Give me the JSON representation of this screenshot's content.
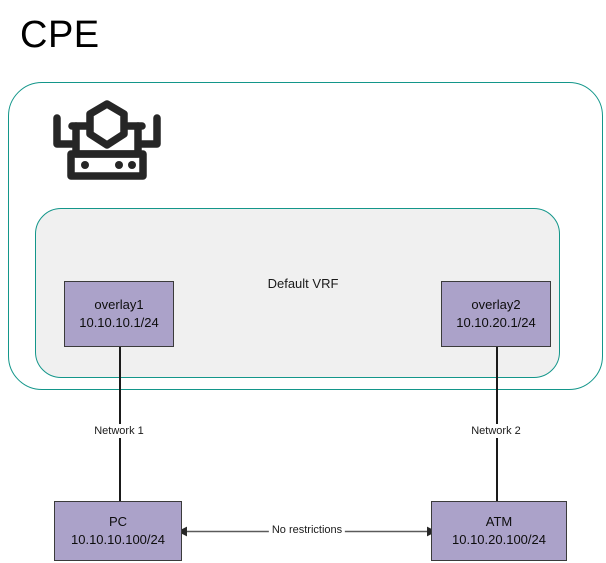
{
  "diagram": {
    "title": "CPE",
    "outer_container": {
      "name": "CPE device boundary",
      "border_color": "#13968a"
    },
    "vrf_panel": {
      "label": "Default VRF",
      "fill_color": "#f0f0f0",
      "border_color": "#13968a"
    },
    "router_icon": "router-icon",
    "nodes": [
      {
        "id": "overlay1",
        "name": "overlay1",
        "ip": "10.10.10.1/24",
        "fill_color": "#aba2c9"
      },
      {
        "id": "overlay2",
        "name": "overlay2",
        "ip": "10.10.20.1/24",
        "fill_color": "#aba2c9"
      },
      {
        "id": "pc",
        "name": "PC",
        "ip": "10.10.10.100/24",
        "fill_color": "#aba2c9"
      },
      {
        "id": "atm",
        "name": "ATM",
        "ip": "10.10.20.100/24",
        "fill_color": "#aba2c9"
      }
    ],
    "links": [
      {
        "id": "network1",
        "label": "Network 1",
        "from": "overlay1",
        "to": "pc",
        "arrow": "none"
      },
      {
        "id": "network2",
        "label": "Network 2",
        "from": "overlay2",
        "to": "atm",
        "arrow": "none"
      },
      {
        "id": "restrictions",
        "label": "No restrictions",
        "from": "pc",
        "to": "atm",
        "arrow": "both"
      }
    ]
  }
}
